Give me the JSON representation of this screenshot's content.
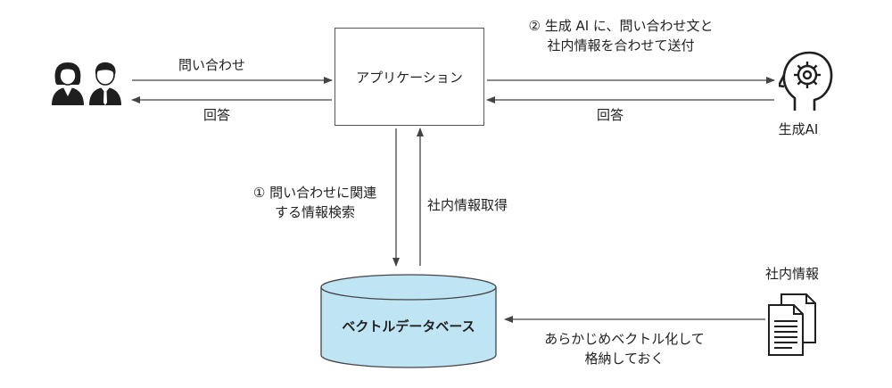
{
  "nodes": {
    "application": "アプリケーション",
    "vector_db": "ベクトルデータベース",
    "generative_ai": "生成AI",
    "internal_info": "社内情報"
  },
  "edges": {
    "inquiry": "問い合わせ",
    "answer_to_user": "回答",
    "search_line1": "① 問い合わせに関連",
    "search_line2": "する情報検索",
    "retrieve": "社内情報取得",
    "send_line1": "② 生成 AI に、問い合わせ文と",
    "send_line2": "社内情報を合わせて送付",
    "answer_from_ai": "回答",
    "store_line1": "あらかじめベクトル化して",
    "store_line2": "格納しておく"
  },
  "colors": {
    "db_fill": "#bfe5f5",
    "stroke": "#444444"
  },
  "icons": [
    "users-icon",
    "ai-head-gear-icon",
    "documents-icon",
    "database-cylinder-icon"
  ]
}
